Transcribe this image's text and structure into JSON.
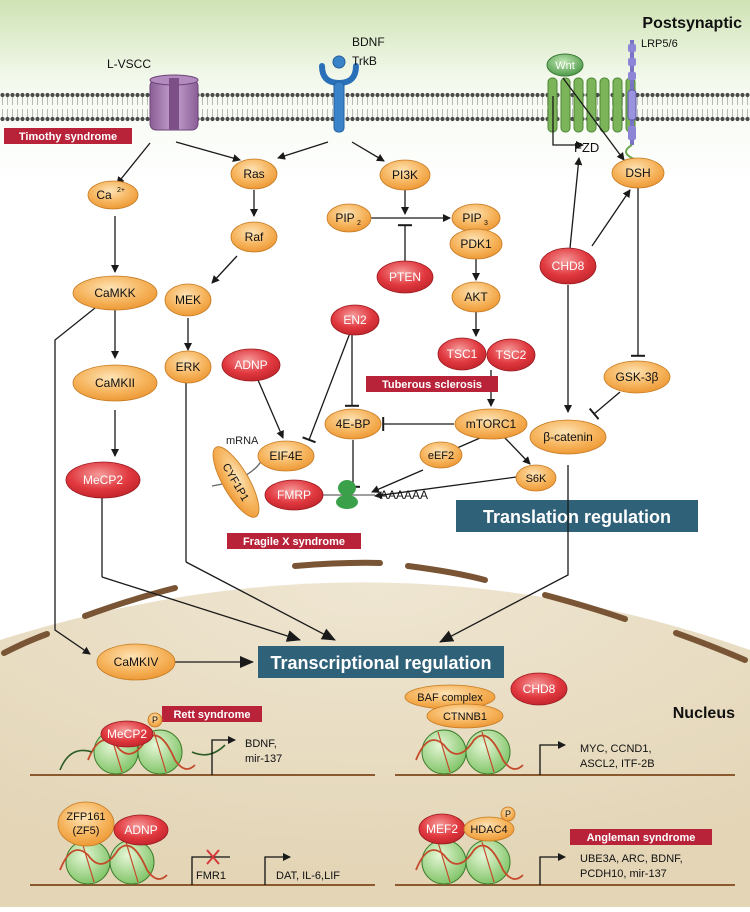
{
  "header": {
    "title": "Postsynaptic"
  },
  "membrane": {
    "l_vscc": "L-VSCC",
    "bdnf": "BDNF",
    "trkb": "TrkB",
    "wnt": "Wnt",
    "lrp": "LRP5/6",
    "fzd": "FZD"
  },
  "nodes": {
    "ca": "Ca",
    "ca_sup": "2+",
    "camkk": "CaMKK",
    "camkii": "CaMKII",
    "mecp2": "MeCP2",
    "ras": "Ras",
    "raf": "Raf",
    "mek": "MEK",
    "erk": "ERK",
    "pi3k": "PI3K",
    "pip2": "PIP",
    "pip2_sub": "2",
    "pip3": "PIP",
    "pip3_sub": "3",
    "pdk1": "PDK1",
    "pten": "PTEN",
    "akt": "AKT",
    "tsc1": "TSC1",
    "tsc2": "TSC2",
    "mtorc1": "mTORC1",
    "en2": "EN2",
    "adnp": "ADNP",
    "fourebp": "4E-BP",
    "eif4e": "EIF4E",
    "mrna": "mRNA",
    "eef2": "eEF2",
    "s6k": "S6K",
    "cyfip1": "CYF1P1",
    "fmrp": "FMRP",
    "polya": "AAAAAA",
    "dsh": "DSH",
    "chd8": "CHD8",
    "gsk3b": "GSK-3β",
    "bcatenin": "β-catenin",
    "camkiv": "CaMKIV"
  },
  "badges": {
    "timothy": "Timothy syndrome",
    "tuberous": "Tuberous sclerosis",
    "fragile": "Fragile X syndrome",
    "rett": "Rett syndrome",
    "angelman": "Angleman syndrome"
  },
  "regulation": {
    "translation": "Translation regulation",
    "transcription": "Transcriptional regulation"
  },
  "nucleus": {
    "label": "Nucleus",
    "mecp2_nuc": "MeCP2",
    "p": "P",
    "targets1_l1": "BDNF,",
    "targets1_l2": "mir-137",
    "baf": "BAF complex",
    "ctnnb1": "CTNNB1",
    "chd8_nuc": "CHD8",
    "targets2_l1": "MYC, CCND1,",
    "targets2_l2": "ASCL2, ITF-2B",
    "zfp_l1": "ZFP161",
    "zfp_l2": "(ZF5)",
    "adnp_nuc": "ADNP",
    "fmr1": "FMR1",
    "targets3": "DAT, IL-6,LIF",
    "mef2": "MEF2",
    "hdac4": "HDAC4",
    "targets4_l1": "UBE3A, ARC, BDNF,",
    "targets4_l2": "PCDH10, mir-137"
  }
}
